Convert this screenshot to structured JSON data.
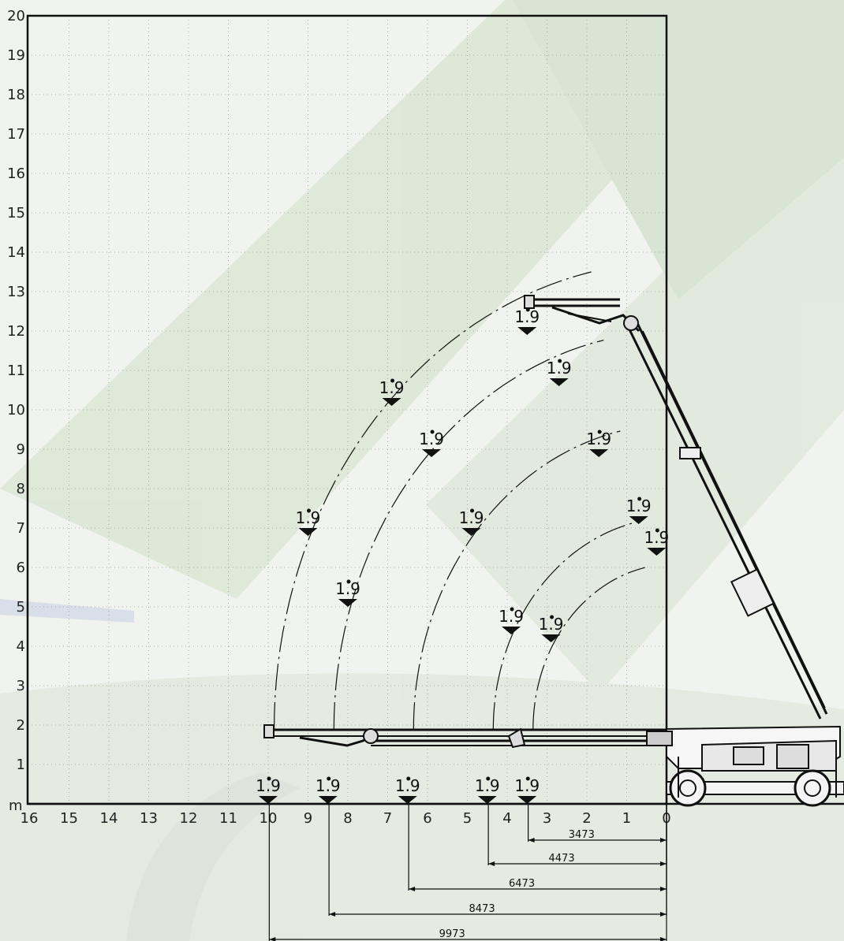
{
  "diagram": {
    "unit_label": "m",
    "x_ticks": [
      "16",
      "15",
      "14",
      "13",
      "12",
      "11",
      "10",
      "9",
      "8",
      "7",
      "6",
      "5",
      "4",
      "3",
      "2",
      "1",
      "0"
    ],
    "y_ticks": [
      "20",
      "19",
      "18",
      "17",
      "16",
      "15",
      "14",
      "13",
      "12",
      "11",
      "10",
      "9",
      "8",
      "7",
      "6",
      "5",
      "4",
      "3",
      "2",
      "1"
    ],
    "x_range": [
      16,
      0
    ],
    "y_range": [
      0,
      20
    ],
    "grid": true,
    "colors": {
      "background": "#f1f3ee",
      "line": "#111111",
      "grid": "#9a9a9a",
      "watermark": "#c9dbc4"
    }
  },
  "load_points": [
    {
      "label": "1.9",
      "x": 9.0,
      "y": 7.0
    },
    {
      "label": "1.9",
      "x": 6.9,
      "y": 10.3
    },
    {
      "label": "1.9",
      "x": 3.5,
      "y": 12.1
    },
    {
      "label": "1.9",
      "x": 8.0,
      "y": 5.2
    },
    {
      "label": "1.9",
      "x": 5.9,
      "y": 9.0
    },
    {
      "label": "1.9",
      "x": 2.7,
      "y": 10.8
    },
    {
      "label": "1.9",
      "x": 4.9,
      "y": 7.0
    },
    {
      "label": "1.9",
      "x": 1.7,
      "y": 9.0
    },
    {
      "label": "1.9",
      "x": 3.9,
      "y": 4.5
    },
    {
      "label": "1.9",
      "x": 0.7,
      "y": 7.3
    },
    {
      "label": "1.9",
      "x": 2.9,
      "y": 4.3
    },
    {
      "label": "1.9",
      "x": 0.25,
      "y": 6.5
    },
    {
      "label": "1.9",
      "x": 10.0,
      "y": 0.2
    },
    {
      "label": "1.9",
      "x": 8.5,
      "y": 0.2
    },
    {
      "label": "1.9",
      "x": 6.5,
      "y": 0.2
    },
    {
      "label": "1.9",
      "x": 4.5,
      "y": 0.2
    },
    {
      "label": "1.9",
      "x": 3.5,
      "y": 0.2
    }
  ],
  "dimensions": [
    {
      "value": "3473",
      "reach": 3.473
    },
    {
      "value": "4473",
      "reach": 4.473
    },
    {
      "value": "6473",
      "reach": 6.473
    },
    {
      "value": "8473",
      "reach": 8.473
    },
    {
      "value": "9973",
      "reach": 9.973
    }
  ]
}
